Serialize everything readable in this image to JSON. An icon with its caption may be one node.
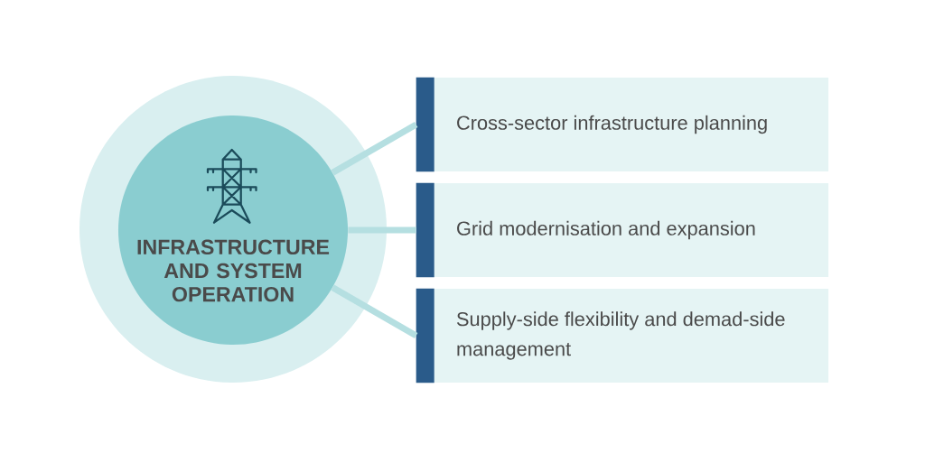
{
  "diagram": {
    "nodes": [
      {
        "text": [
          "INFRASTRUCTURE AND SYSTEM OPERATION"
        ]
      },
      {
        "text": [
          "Cross-sector infrastructure planning"
        ]
      },
      {
        "text": [
          "Grid modernisation and expansion"
        ]
      },
      {
        "text": [
          "Supply-side flexibility and demad-side management"
        ]
      }
    ],
    "edges": [
      {
        "from": 0,
        "to": 1,
        "arrow": "none"
      },
      {
        "from": 0,
        "to": 2,
        "arrow": "none"
      },
      {
        "from": 0,
        "to": 3,
        "arrow": "none"
      }
    ]
  }
}
